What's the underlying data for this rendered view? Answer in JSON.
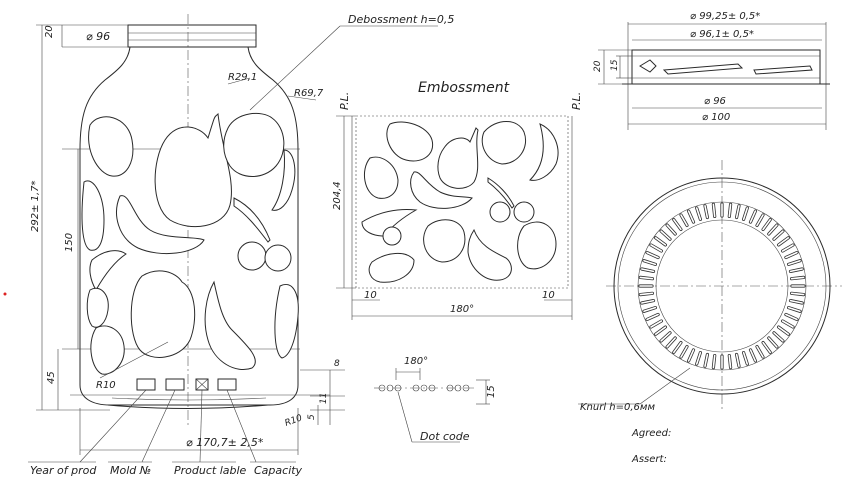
{
  "jar_dims": {
    "neck_height": "20",
    "neck_diameter": "⌀ 96",
    "total_height": "292± 1,7*",
    "body_height": "150",
    "bottom_height": "45",
    "radius_top_left": "R29,1",
    "radius_top_right": "R69,7",
    "radius_bottom": "R10",
    "radius_heel": "R10",
    "base_diameter": "⌀ 170,7± 2,5*",
    "base_step_8": "8",
    "base_step_11": "11",
    "base_step_5": "5",
    "debossment": "Debossment h=0,5"
  },
  "bottom_labels": {
    "year": "Year of prod",
    "mold": "Mold №",
    "product": "Product lable",
    "capacity": "Capacity"
  },
  "embossment": {
    "title": "Embossment",
    "pl_left": "P.L.",
    "pl_right": "P.L.",
    "height": "204,4",
    "width": "180°",
    "margin_left": "10",
    "margin_right": "10"
  },
  "dot_code": {
    "angle": "180°",
    "height": "15",
    "label": "Dot code"
  },
  "finish": {
    "outer_diameter": "⌀ 99,25± 0,5*",
    "thread_diameter": "⌀ 96,1± 0,5*",
    "height_20": "20",
    "height_15": "15",
    "inner_diameter": "⌀ 96",
    "flange_diameter": "⌀ 100"
  },
  "bottom_view": {
    "knurl": "Knurl h=0,6мм"
  },
  "approval": {
    "agreed": "Agreed:",
    "assert": "Assert:"
  }
}
